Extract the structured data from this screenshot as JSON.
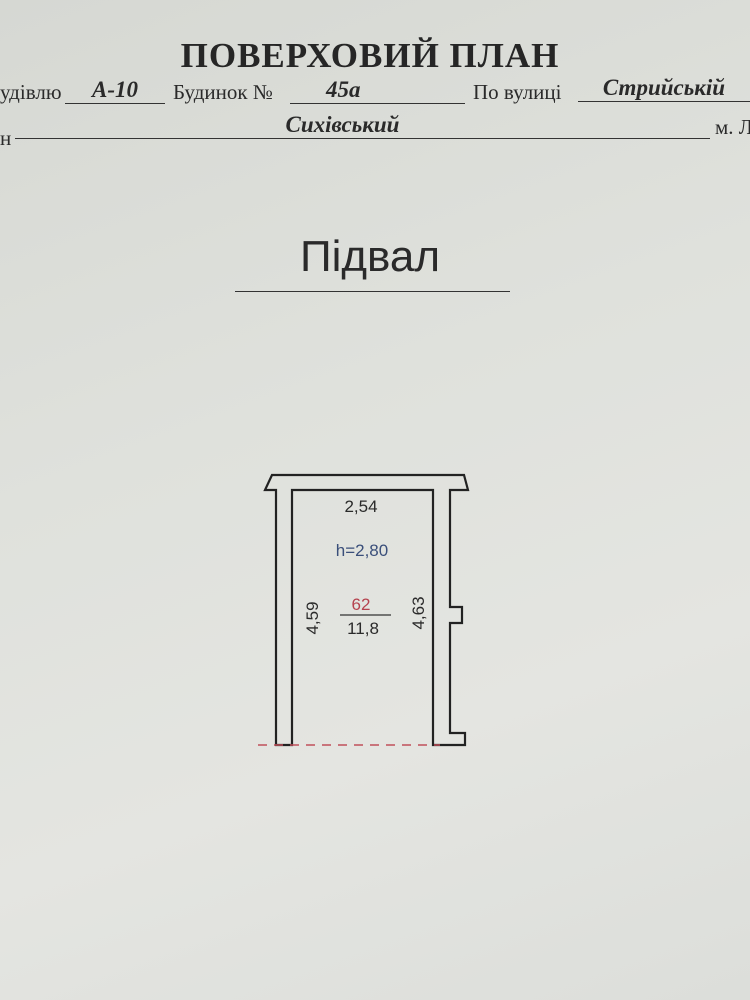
{
  "header": {
    "title": "ПОВЕРХОВИЙ ПЛАН",
    "district_label": "удівлю",
    "district_value": "А-10",
    "house_label": "Будинок №",
    "house_value": "45а",
    "street_label": "По вулиці",
    "street_value": "Стрийській",
    "area_label": "н",
    "area_value": "Сихівський",
    "city_label": "м. Л"
  },
  "floor": {
    "name": "Підвал"
  },
  "plan": {
    "width_dim": "2,54",
    "height_label": "h=2,80",
    "room_number": "62",
    "room_area": "11,8",
    "left_dim": "4,59",
    "right_dim": "4,63",
    "colors": {
      "room_number": "#b5424e",
      "height_label": "#3a4f7a",
      "dashed_line": "#c0505a"
    }
  }
}
